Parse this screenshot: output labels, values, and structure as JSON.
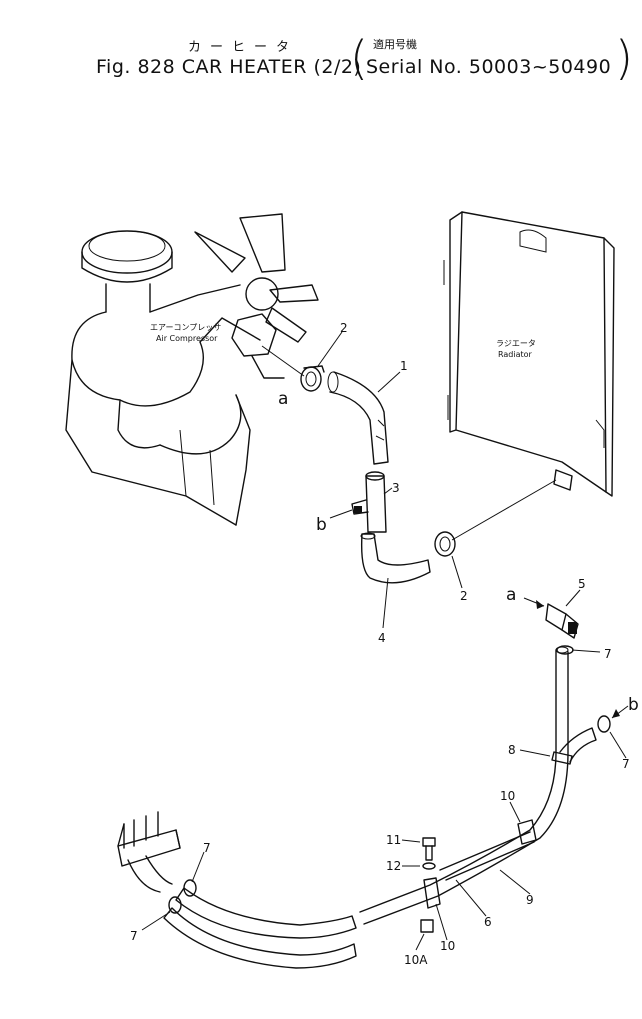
{
  "header": {
    "title_jp": "カーヒータ",
    "title_en": "Fig. 828 CAR HEATER (2/2)",
    "serial_jp": "適用号機",
    "serial_en": "Serial No. 50003~50490",
    "paren_open": "(",
    "paren_close": ")"
  },
  "components": {
    "air_compressor_jp": "エアーコンプレッサ",
    "air_compressor_en": "Air Compressor",
    "radiator_jp": "ラジエータ",
    "radiator_en": "Radiator"
  },
  "callouts": {
    "p1": "1",
    "p2a": "2",
    "p2b": "2",
    "p3": "3",
    "p4": "4",
    "p5": "5",
    "p6": "6",
    "p7a": "7",
    "p7b": "7",
    "p7c": "7",
    "p7d": "7",
    "p8": "8",
    "p9": "9",
    "p10a": "10",
    "p10b": "10",
    "p10A": "10A",
    "p11": "11",
    "p12": "12"
  },
  "connection_marks": {
    "a_engine": "a",
    "b_tee": "b",
    "a_valve": "a",
    "b_pipe": "b"
  }
}
